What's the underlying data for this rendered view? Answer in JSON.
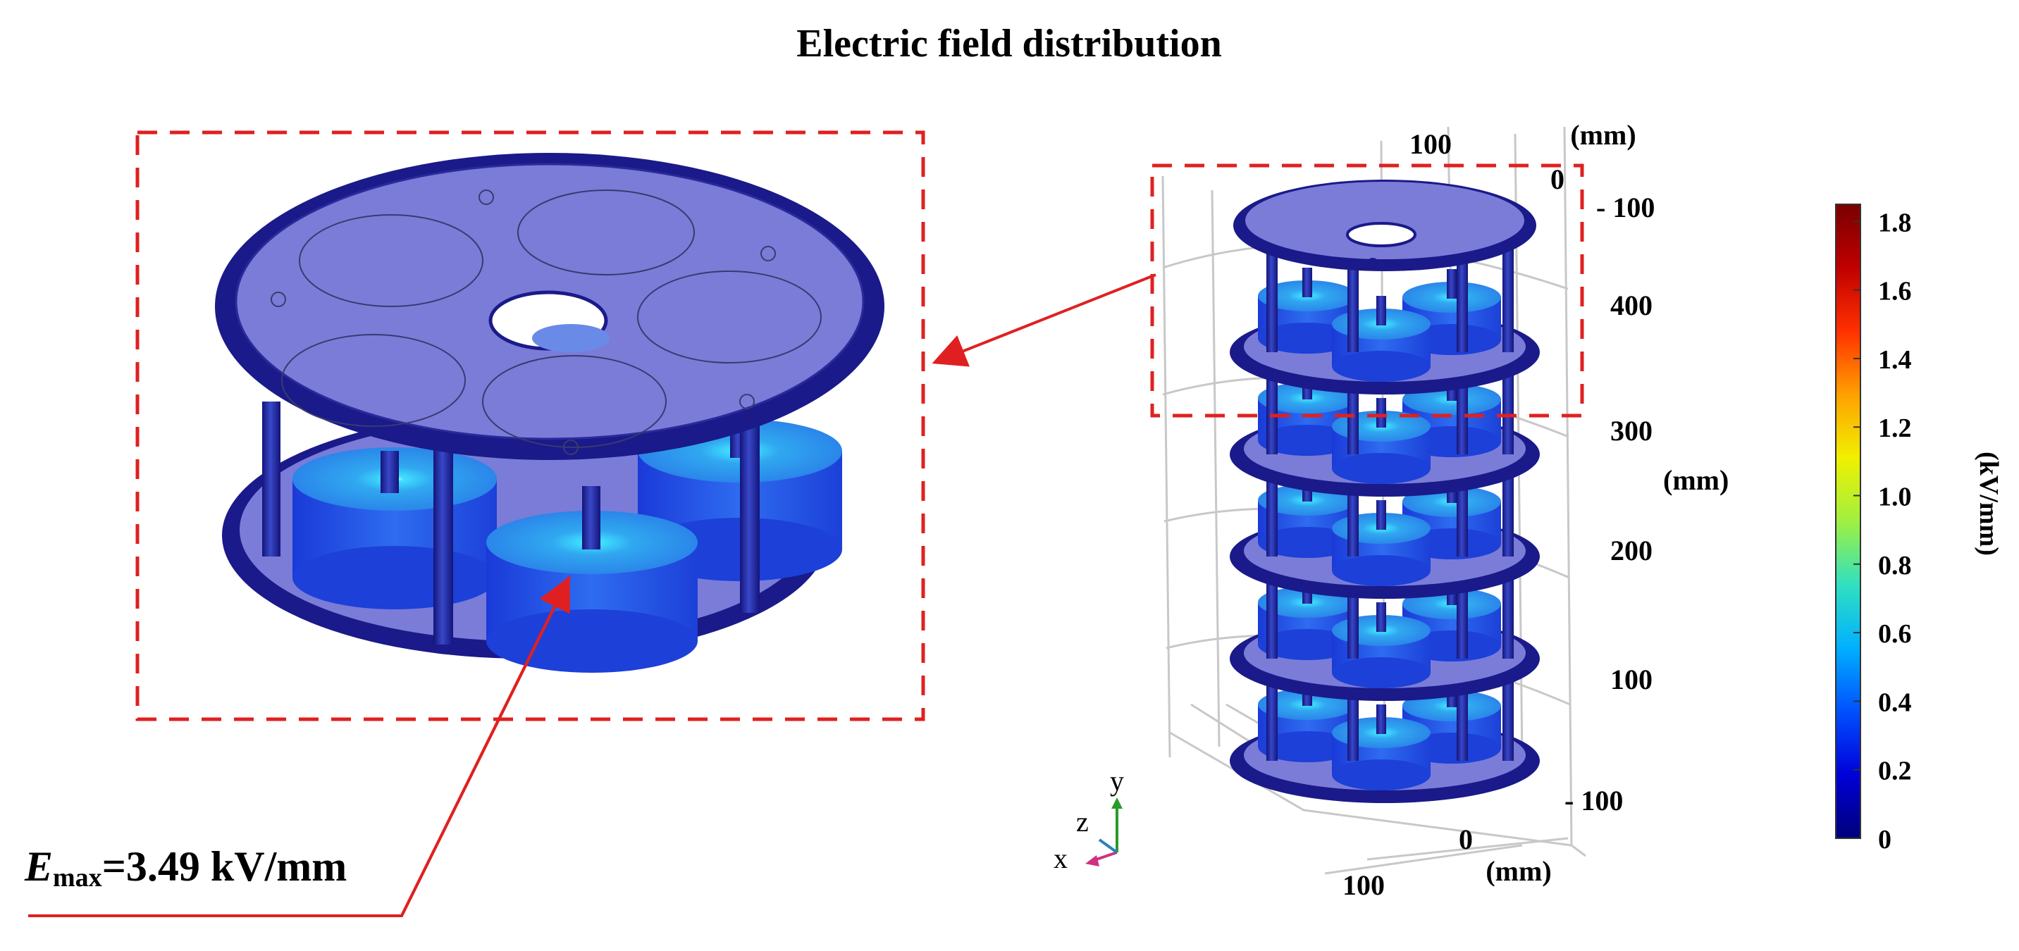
{
  "figure": {
    "title": "Electric field distribution",
    "annotation": {
      "symbol": "E",
      "subscript": "max",
      "value_text": "=3.49 kV/mm"
    }
  },
  "model_axes": {
    "x_axis": {
      "unit": "(mm)",
      "ticks": [
        "100",
        "0",
        "- 100"
      ]
    },
    "y_axis": {
      "unit": "(mm)",
      "ticks": [
        "100",
        "200",
        "300",
        "400",
        "- 100"
      ]
    },
    "z_axis": {
      "unit": "(mm)",
      "ticks": [
        "100",
        "0"
      ]
    },
    "triad": {
      "x": "x",
      "y": "y",
      "z": "z"
    }
  },
  "colorbar": {
    "label": "(kV/mm)",
    "ticks": [
      "1.8",
      "1.6",
      "1.4",
      "1.2",
      "1.0",
      "0.8",
      "0.6",
      "0.4",
      "0.2",
      "0"
    ],
    "min": 0,
    "max": 1.85,
    "colormap": [
      "#00007a",
      "#0000d8",
      "#0050ff",
      "#00b0ff",
      "#30e0c0",
      "#a0f040",
      "#f0f000",
      "#ffa000",
      "#ff3000",
      "#c00000",
      "#7a0000"
    ]
  },
  "colors": {
    "highlight_box": "#e02020",
    "pointer": "#e02020",
    "frame": "#1a1a8a",
    "plate": "#6b70d0",
    "puck_top": "#5ec0f0",
    "puck_side": "#2a60e0"
  }
}
